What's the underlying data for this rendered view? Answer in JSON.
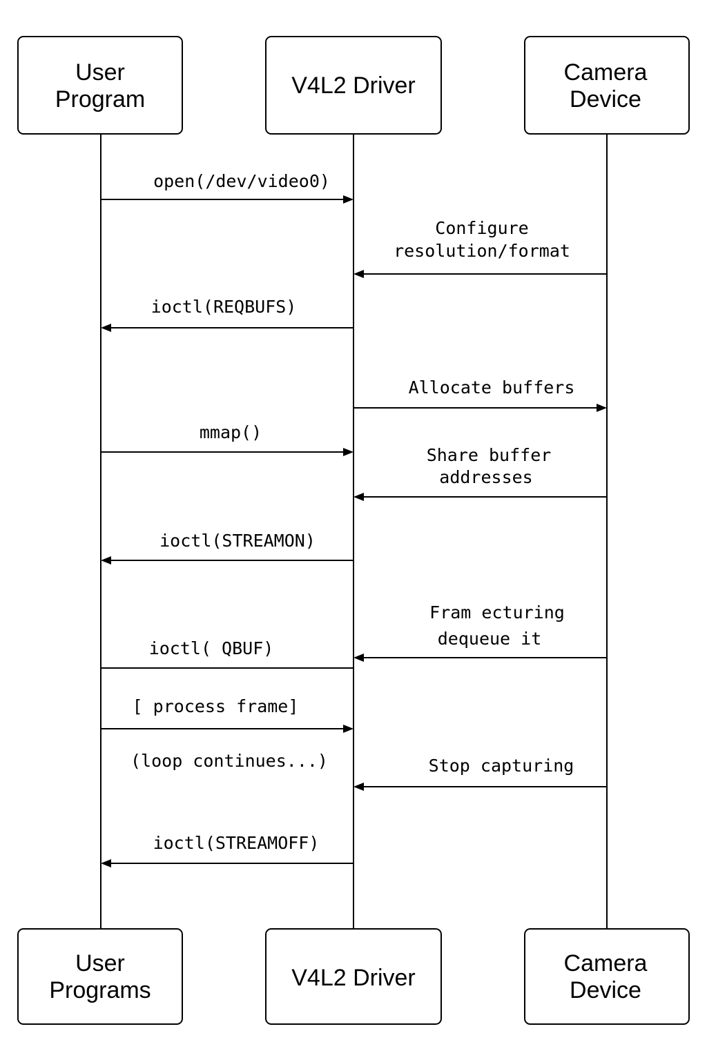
{
  "participants_top": [
    {
      "id": "user",
      "lines": [
        "User",
        "Program"
      ]
    },
    {
      "id": "driver",
      "lines": [
        "V4L2 Driver"
      ]
    },
    {
      "id": "camera",
      "lines": [
        "Camera",
        "Device"
      ]
    }
  ],
  "participants_bottom": [
    {
      "id": "user",
      "lines": [
        "User",
        "Programs"
      ]
    },
    {
      "id": "driver",
      "lines": [
        "V4L2 Driver"
      ]
    },
    {
      "id": "camera",
      "lines": [
        "Camera",
        "Device"
      ]
    }
  ],
  "messages": [
    {
      "id": "open",
      "from": "user",
      "to": "driver",
      "arrow": true,
      "lines": [
        "open(/dev/video0)"
      ]
    },
    {
      "id": "configure",
      "from": "camera",
      "to": "driver",
      "arrow": true,
      "lines": [
        "Configure",
        "resolution/format"
      ]
    },
    {
      "id": "reqbufs",
      "from": "driver",
      "to": "user",
      "arrow": true,
      "lines": [
        "ioctl(REQBUFS)"
      ]
    },
    {
      "id": "allocate",
      "from": "driver",
      "to": "camera",
      "arrow": true,
      "lines": [
        "Allocate buffers"
      ]
    },
    {
      "id": "mmap",
      "from": "user",
      "to": "driver",
      "arrow": true,
      "lines": [
        "mmap()"
      ]
    },
    {
      "id": "share",
      "from": "camera",
      "to": "driver",
      "arrow": true,
      "lines": [
        "Share buffer",
        "addresses"
      ]
    },
    {
      "id": "streamon",
      "from": "driver",
      "to": "user",
      "arrow": true,
      "lines": [
        "ioctl(STREAMON)"
      ]
    },
    {
      "id": "frame",
      "from": "camera",
      "to": "driver",
      "arrow": true,
      "lines": [
        "Fram ecturing",
        "dequeue it"
      ]
    },
    {
      "id": "qbuf",
      "from": "user",
      "to": "driver",
      "arrow": false,
      "lines": [
        "ioctl( QBUF)"
      ]
    },
    {
      "id": "process",
      "from": "user",
      "to": "driver",
      "arrow": true,
      "lines": [
        "[ process  frame]"
      ]
    },
    {
      "id": "loop",
      "lines": [
        "(loop continues...)"
      ]
    },
    {
      "id": "stop",
      "from": "camera",
      "to": "driver",
      "arrow": true,
      "lines": [
        "Stop capturing"
      ]
    },
    {
      "id": "streamoff",
      "from": "driver",
      "to": "user",
      "arrow": true,
      "lines": [
        "ioctl(STREAMOFF)"
      ]
    }
  ]
}
